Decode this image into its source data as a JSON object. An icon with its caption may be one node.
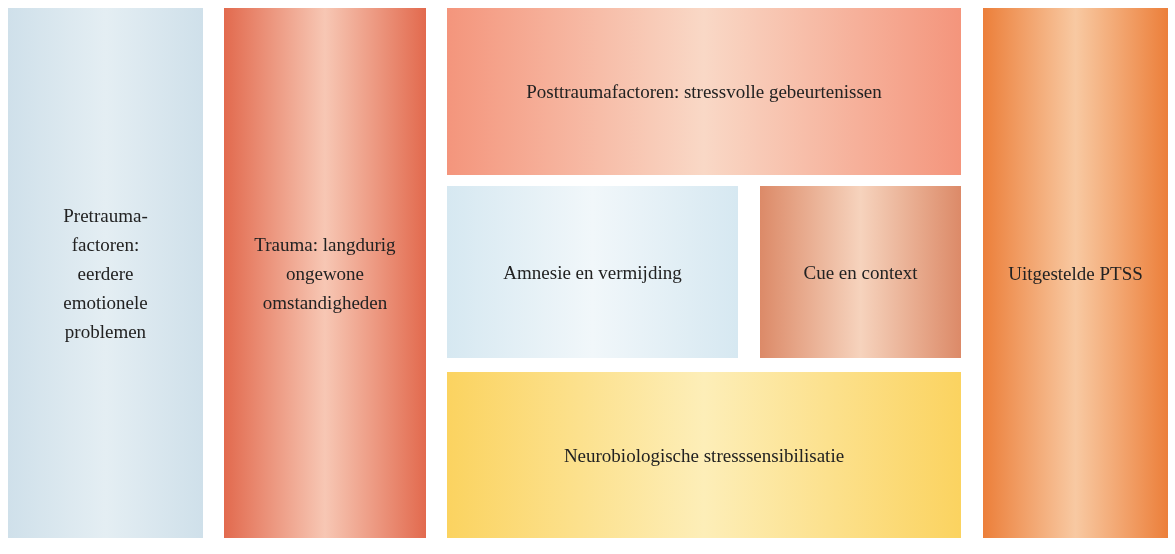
{
  "diagram": {
    "nodes": [
      {
        "text": [
          "Pretrauma-factoren: eerdere emotionele problemen"
        ]
      },
      {
        "text": [
          "Trauma: langdurig ongewone omstandigheden"
        ]
      },
      {
        "text": [
          "Posttraumafactoren: stressvolle gebeurtenissen"
        ]
      },
      {
        "text": [
          "Amnesie en vermijding"
        ]
      },
      {
        "text": [
          "Cue en context"
        ]
      },
      {
        "text": [
          "Neurobiologische stresssensibilisatie"
        ]
      },
      {
        "text": [
          "Uitgestelde PTSS"
        ]
      }
    ]
  }
}
